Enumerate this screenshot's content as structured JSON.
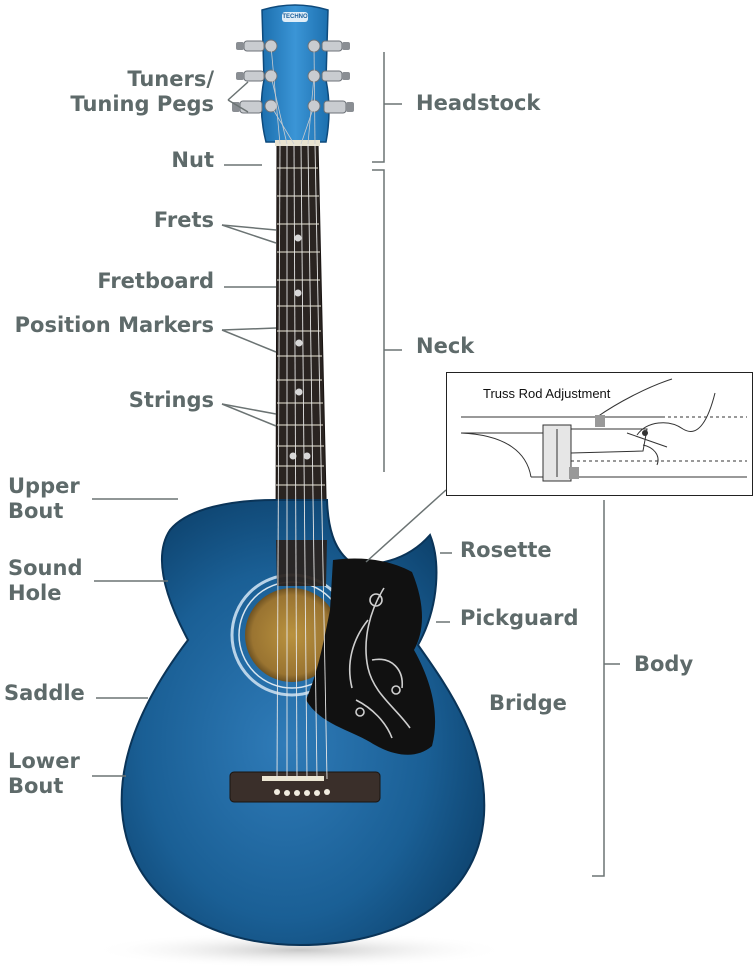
{
  "colors": {
    "guitar_body": "#1a5f95",
    "guitar_dark": "#0b3d66",
    "label_text": "#5e6a6a",
    "leader_line": "#6b7373",
    "fretboard": "#2a2421",
    "pickguard": "#111111",
    "inlay": "#d8d8d8"
  },
  "headstock_logo": "TECHNO",
  "labels": {
    "tuners_line1": "Tuners/",
    "tuners_line2": "Tuning Pegs",
    "nut": "Nut",
    "frets": "Frets",
    "fretboard": "Fretboard",
    "position_markers": "Position Markers",
    "strings": "Strings",
    "upper_bout_line1": "Upper",
    "upper_bout_line2": "Bout",
    "sound_hole_line1": "Sound",
    "sound_hole_line2": "Hole",
    "saddle": "Saddle",
    "lower_bout_line1": "Lower",
    "lower_bout_line2": "Bout",
    "headstock": "Headstock",
    "neck": "Neck",
    "rosette": "Rosette",
    "pickguard": "Pickguard",
    "bridge": "Bridge",
    "body": "Body"
  },
  "inset": {
    "title": "Truss Rod Adjustment"
  }
}
